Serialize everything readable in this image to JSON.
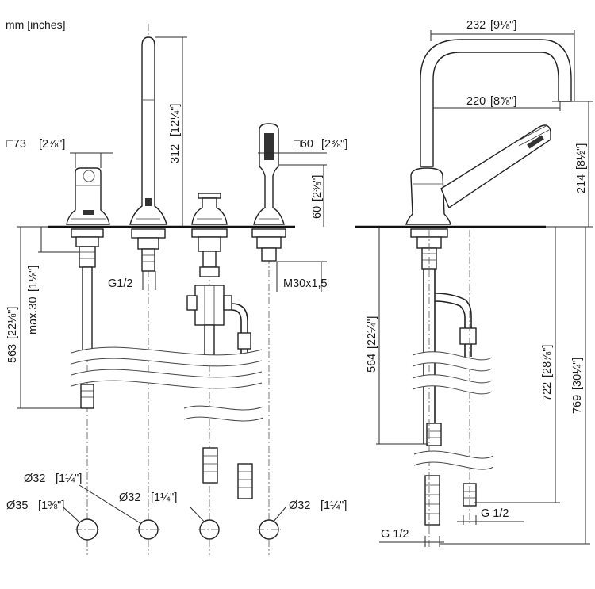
{
  "units_label": "mm [inches]",
  "dimensions": {
    "sq73": "□73",
    "sq73_in": "[2⅞\"]",
    "h312": "312",
    "h312_in": "[12¼\"]",
    "sq60": "□60",
    "sq60_in": "[2⅜\"]",
    "h60": "60",
    "h60_in": "[2⅜\"]",
    "w232": "232",
    "w232_in": "[9⅛\"]",
    "w220": "220",
    "w220_in": "[8⅝\"]",
    "h214": "214",
    "h214_in": "[8½\"]",
    "h563": "563",
    "h563_in": "[22⅛\"]",
    "max30": "max.30",
    "max30_in": "[1⅛\"]",
    "g12_left": "G1/2",
    "m30": "M30x1,5",
    "h564": "564",
    "h564_in": "[22¼\"]",
    "h722": "722",
    "h722_in": "[28⅞\"]",
    "h769": "769",
    "h769_in": "[30¼\"]",
    "d32_a": "Ø32",
    "d32_a_in": "[1¼\"]",
    "d35": "Ø35",
    "d35_in": "[1⅜\"]",
    "d32_b": "Ø32",
    "d32_b_in": "[1¼\"]",
    "d32_c": "Ø32",
    "d32_c_in": "[1¼\"]",
    "g12_right": "G 1/2",
    "g12_bottom": "G 1/2"
  }
}
